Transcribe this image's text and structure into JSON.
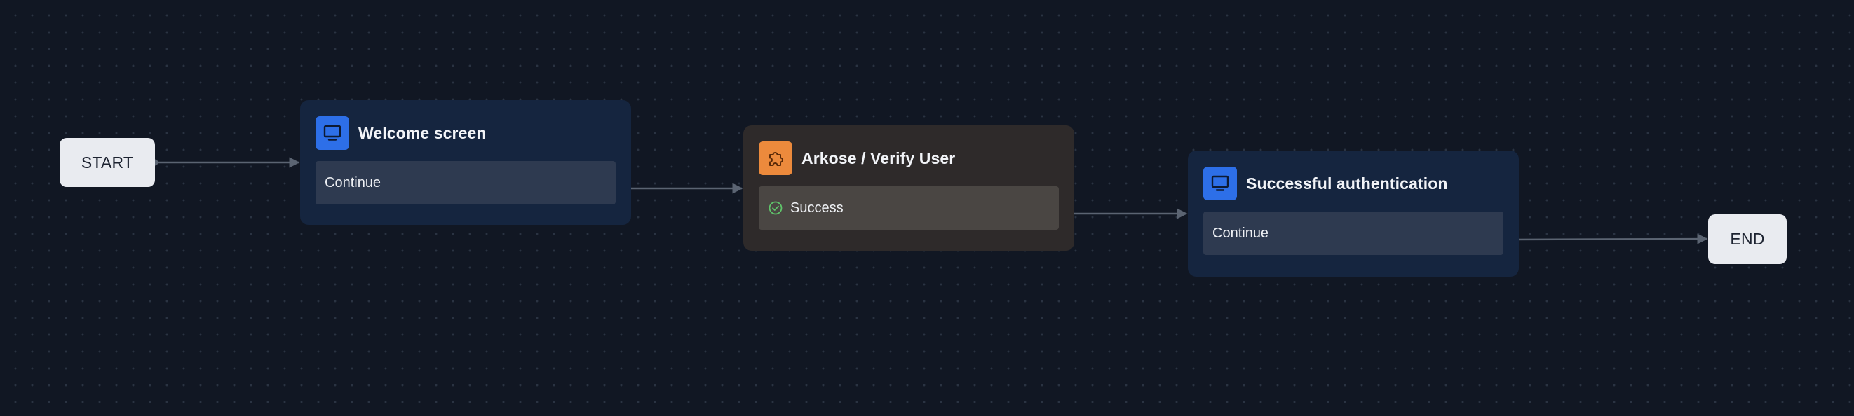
{
  "flow": {
    "start": {
      "label": "START"
    },
    "end": {
      "label": "END"
    },
    "nodes": [
      {
        "title": "Welcome screen",
        "icon": "monitor-icon",
        "kind": "screen",
        "accent": "#2d6fe8",
        "outputs": [
          {
            "label": "Continue"
          }
        ]
      },
      {
        "title": "Arkose / Verify User",
        "icon": "puzzle-icon",
        "kind": "plugin",
        "accent": "#ec8a3c",
        "outputs": [
          {
            "label": "Success",
            "icon": "check-circle-icon",
            "icon_color": "#5fc46a"
          }
        ]
      },
      {
        "title": "Successful authentication",
        "icon": "monitor-icon",
        "kind": "screen",
        "accent": "#2d6fe8",
        "outputs": [
          {
            "label": "Continue"
          }
        ]
      }
    ],
    "connections": [
      {
        "from": "START",
        "to": "Welcome screen"
      },
      {
        "from": "Welcome screen.Continue",
        "to": "Arkose / Verify User"
      },
      {
        "from": "Arkose / Verify User.Success",
        "to": "Successful authentication"
      },
      {
        "from": "Successful authentication.Continue",
        "to": "END"
      }
    ],
    "colors": {
      "canvas": "#111723",
      "edge": "#5b6472",
      "screen_node": "#15253f",
      "plugin_node": "#2e2a2a"
    }
  }
}
